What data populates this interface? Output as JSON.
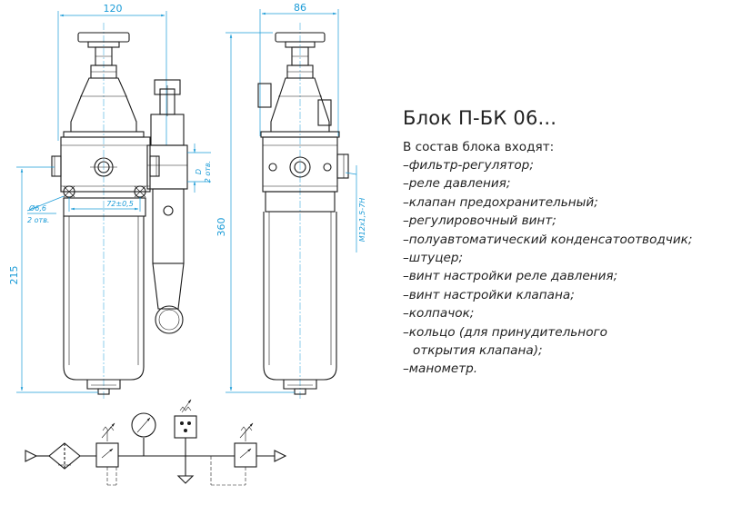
{
  "title": "Блок П-БК 06...",
  "intro": "В состав блока входят:",
  "items": [
    {
      "text": "–фильтр-регулятор;"
    },
    {
      "text": "–реле давления;"
    },
    {
      "text": "–клапан предохранительный;"
    },
    {
      "text": "–регулировочный винт;"
    },
    {
      "text": "–полуавтоматический конденсатоотводчик;"
    },
    {
      "text": "–штуцер;"
    },
    {
      "text": "–винт настройки реле давления;"
    },
    {
      "text": "–винт настройки клапана;"
    },
    {
      "text": "–колпачок;"
    },
    {
      "text": "–кольцо (для принудительного",
      "cont": "открытия клапана);"
    },
    {
      "text": "–манометр."
    }
  ],
  "dimensions": {
    "width_front": "120",
    "width_side": "86",
    "height_side": "360",
    "height_front": "215",
    "hole_dia": "Ø6,6",
    "hole_count": "2 отв.",
    "spacing": "72±0,5",
    "d_label": "D",
    "d_count": "2 отв.",
    "thread": "M12x1,5-7H"
  },
  "colors": {
    "dimension": "#1a9bd7",
    "line": "#1a1a1a"
  }
}
